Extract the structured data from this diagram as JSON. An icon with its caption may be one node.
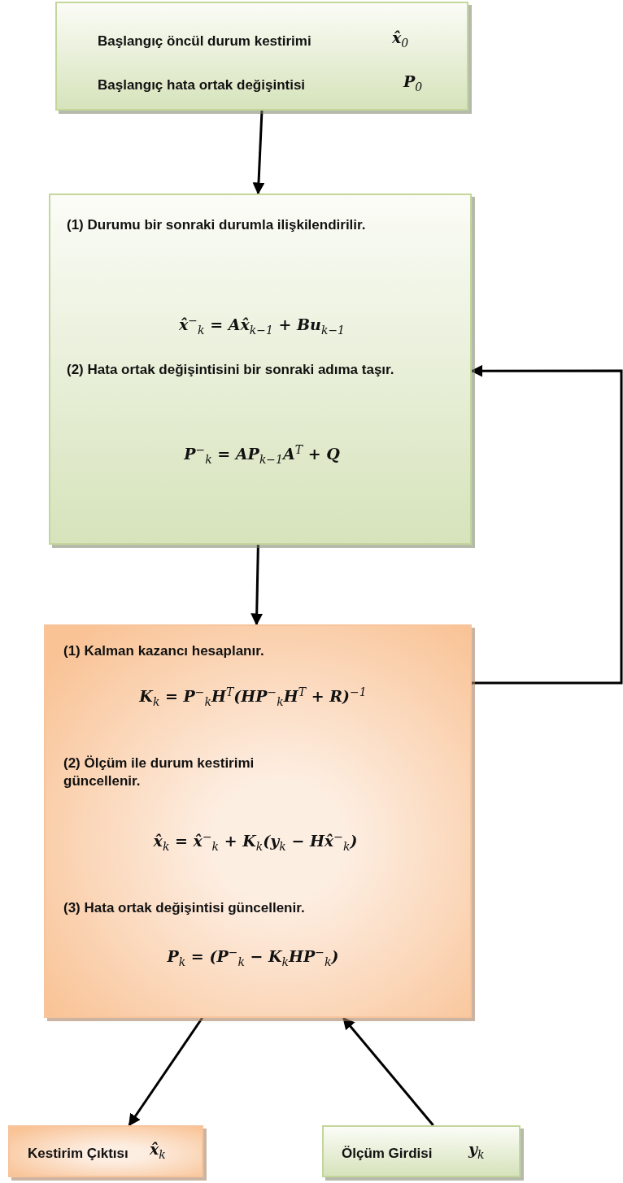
{
  "diagram": {
    "nodes": [
      {
        "text": [
          "Başlangıç öncül durum kestirimi",
          "x̂$_{0}$",
          "Başlangıç hata ortak değişintisi",
          "P$_{0}$"
        ]
      },
      {
        "text": [
          "(1) Durumu bir sonraki durumla ilişkilendirilir.",
          "x̂$^{−}$$_{k}$ = Ax̂$_{k−1}$ + Bu$_{k−1}$",
          "(2) Hata ortak değişintisini bir sonraki adıma taşır.",
          "P$^{−}$$_{k}$ = AP$_{k−1}$A$^{T}$ + Q"
        ]
      },
      {
        "text": [
          "(1) Kalman kazancı hesaplanır.",
          "K$_{k}$ = P$^{−}$$_{k}$H$^{T}$(HP$^{−}$$_{k}$H$^{T}$ + R)$^{−1}$",
          "(2) Ölçüm ile durum kestirimi güncellenir.",
          "x̂$_{k}$ = x̂$^{−}$$_{k}$ + K$_{k}$(y$_{k}$ − Hx̂$^{−}$$_{k}$)",
          "(3) Hata ortak değişintisi güncellenir.",
          "P$_{k}$ = (P$^{−}$$_{k}$ − K$_{k}$HP$^{−}$$_{k}$)"
        ]
      },
      {
        "text": [
          "Kestirim Çıktısı",
          "x̂$_{k}$"
        ]
      },
      {
        "text": [
          "Ölçüm Girdisi",
          "y$_{k}$"
        ]
      }
    ],
    "edges": [
      {
        "from": 0,
        "to": 1,
        "arrow": "to"
      },
      {
        "from": 1,
        "to": 2,
        "arrow": "to"
      },
      {
        "from": 2,
        "to": 1,
        "arrow": "to"
      },
      {
        "from": 2,
        "to": 3,
        "arrow": "to"
      },
      {
        "from": 4,
        "to": 2,
        "arrow": "to"
      }
    ]
  }
}
